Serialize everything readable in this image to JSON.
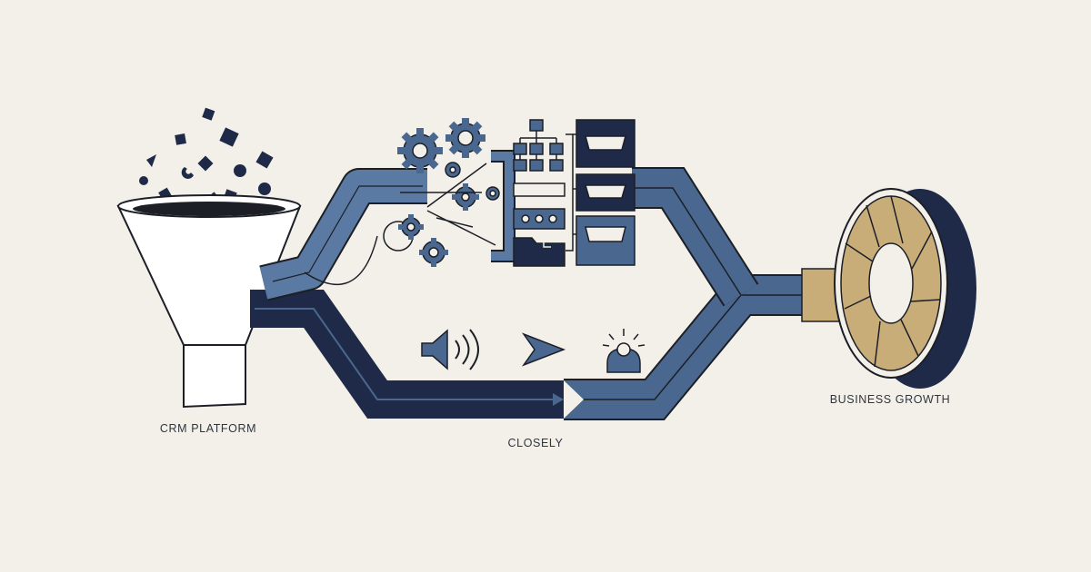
{
  "labels": {
    "crm": "CRM PLATFORM",
    "closely": "CLOSELY",
    "growth": "BUSINESS GROWTH"
  },
  "icons": {
    "funnel": "funnel-icon",
    "gears": "gear-icon",
    "org_chart": "org-chart-icon",
    "folder": "folder-icon",
    "trays": "inbox-tray-icon",
    "speaker": "speaker-icon",
    "send": "paper-plane-icon",
    "alert": "alert-person-icon",
    "target": "shutter-target-icon"
  },
  "colors": {
    "background": "#f3f0ea",
    "navy": "#1e2a47",
    "steel_blue": "#4a6790",
    "mid_blue": "#5a7aa3",
    "gold": "#c9ad79",
    "outline": "#1c1f26"
  }
}
